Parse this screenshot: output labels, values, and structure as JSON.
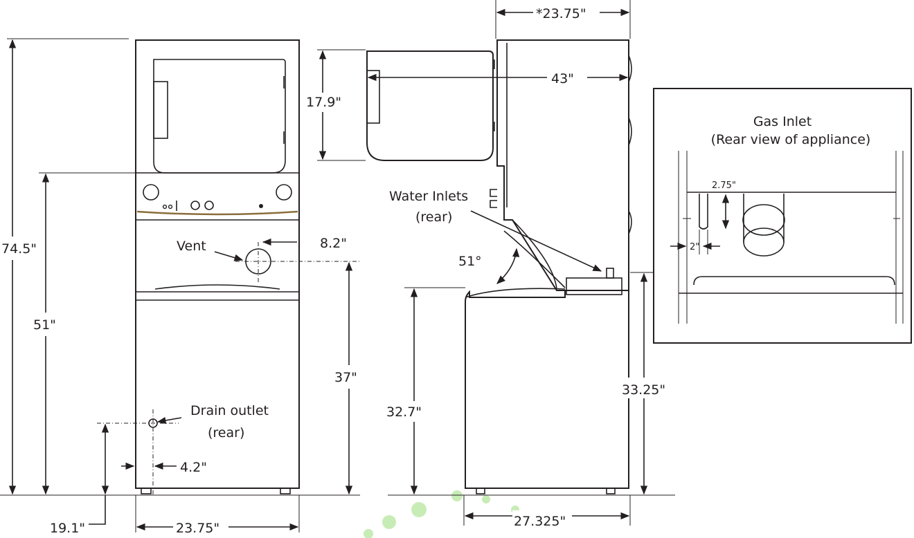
{
  "dimensions": {
    "total_height": "74.5\"",
    "dryer_door_height": "51\"",
    "vent_height": "37\"",
    "drain_height": "19.1\"",
    "front_width": "23.75\"",
    "vent_offset": "8.2\"",
    "drain_offset": "4.2\"",
    "depth_top": "*23.75\"",
    "door_open_depth": "43\"",
    "door_height": "17.9\"",
    "lid_angle": "51°",
    "washer_height": "32.7\"",
    "gas_inlet_height": "33.25\"",
    "side_depth": "27.325\""
  },
  "labels": {
    "vent": "Vent",
    "drain_outlet": "Drain outlet",
    "drain_rear": "(rear)",
    "water_inlets": "Water Inlets",
    "water_rear": "(rear)"
  },
  "gas_inlet": {
    "title": "Gas Inlet",
    "subtitle": "(Rear view of appliance)",
    "height_dim": "2.75\"",
    "width_dim": "2\""
  }
}
